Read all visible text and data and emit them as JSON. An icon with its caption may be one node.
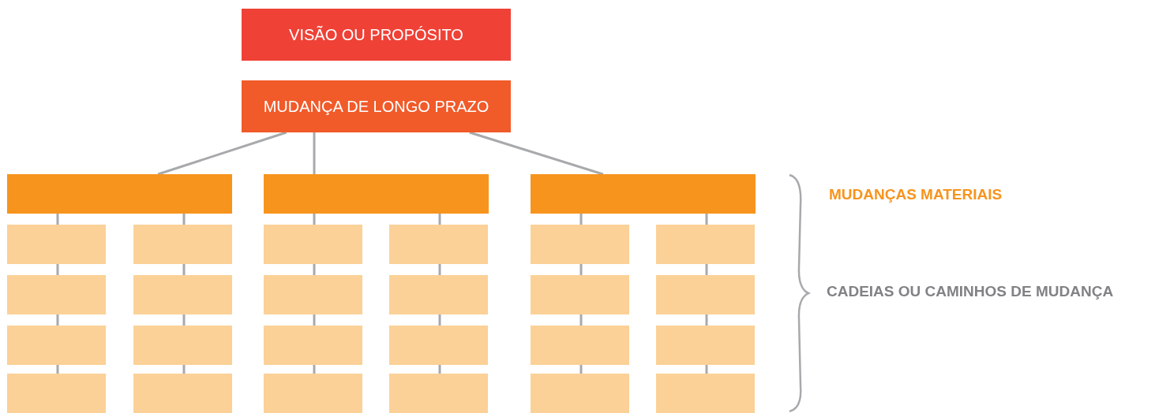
{
  "diagram": {
    "nodes": [
      {
        "text": [
          "VISÃO OU PROPÓSITO"
        ]
      },
      {
        "text": [
          "MUDANÇA DE LONGO PRAZO"
        ]
      },
      {
        "text": [],
        "shape": "bar"
      },
      {
        "text": [],
        "shape": "bar"
      },
      {
        "text": [],
        "shape": "bar"
      },
      {
        "text": [],
        "shape": "box"
      },
      {
        "text": [],
        "shape": "box"
      },
      {
        "text": [],
        "shape": "box"
      },
      {
        "text": [],
        "shape": "box"
      },
      {
        "text": [],
        "shape": "box"
      },
      {
        "text": [],
        "shape": "box"
      },
      {
        "text": [],
        "shape": "box"
      },
      {
        "text": [],
        "shape": "box"
      },
      {
        "text": [],
        "shape": "box"
      },
      {
        "text": [],
        "shape": "box"
      },
      {
        "text": [],
        "shape": "box"
      },
      {
        "text": [],
        "shape": "box"
      },
      {
        "text": [],
        "shape": "box"
      },
      {
        "text": [],
        "shape": "box"
      },
      {
        "text": [],
        "shape": "box"
      },
      {
        "text": [],
        "shape": "box"
      },
      {
        "text": [],
        "shape": "box"
      },
      {
        "text": [],
        "shape": "box"
      },
      {
        "text": [],
        "shape": "box"
      },
      {
        "text": [],
        "shape": "box"
      },
      {
        "text": [],
        "shape": "box"
      },
      {
        "text": [],
        "shape": "box"
      },
      {
        "text": [],
        "shape": "box"
      },
      {
        "text": [],
        "shape": "box"
      }
    ],
    "edges": [
      {
        "from": 1,
        "to": 2,
        "arrow": "none"
      },
      {
        "from": 1,
        "to": 3,
        "arrow": "none"
      },
      {
        "from": 1,
        "to": 4,
        "arrow": "none"
      },
      {
        "from": 2,
        "to": 5,
        "arrow": "none"
      },
      {
        "from": 5,
        "to": 6,
        "arrow": "none"
      },
      {
        "from": 6,
        "to": 7,
        "arrow": "none"
      },
      {
        "from": 7,
        "to": 8,
        "arrow": "none"
      },
      {
        "from": 2,
        "to": 9,
        "arrow": "none"
      },
      {
        "from": 9,
        "to": 10,
        "arrow": "none"
      },
      {
        "from": 10,
        "to": 11,
        "arrow": "none"
      },
      {
        "from": 11,
        "to": 12,
        "arrow": "none"
      },
      {
        "from": 3,
        "to": 13,
        "arrow": "none"
      },
      {
        "from": 13,
        "to": 14,
        "arrow": "none"
      },
      {
        "from": 14,
        "to": 15,
        "arrow": "none"
      },
      {
        "from": 15,
        "to": 16,
        "arrow": "none"
      },
      {
        "from": 3,
        "to": 17,
        "arrow": "none"
      },
      {
        "from": 17,
        "to": 18,
        "arrow": "none"
      },
      {
        "from": 18,
        "to": 19,
        "arrow": "none"
      },
      {
        "from": 19,
        "to": 20,
        "arrow": "none"
      },
      {
        "from": 4,
        "to": 21,
        "arrow": "none"
      },
      {
        "from": 21,
        "to": 22,
        "arrow": "none"
      },
      {
        "from": 22,
        "to": 23,
        "arrow": "none"
      },
      {
        "from": 23,
        "to": 24,
        "arrow": "none"
      },
      {
        "from": 4,
        "to": 25,
        "arrow": "none"
      },
      {
        "from": 25,
        "to": 26,
        "arrow": "none"
      },
      {
        "from": 26,
        "to": 27,
        "arrow": "none"
      },
      {
        "from": 27,
        "to": 28,
        "arrow": "none"
      }
    ],
    "labels": [
      "MUDANÇAS MATERIAIS",
      "CADEIAS OU CAMINHOS DE MUDANÇA"
    ]
  }
}
